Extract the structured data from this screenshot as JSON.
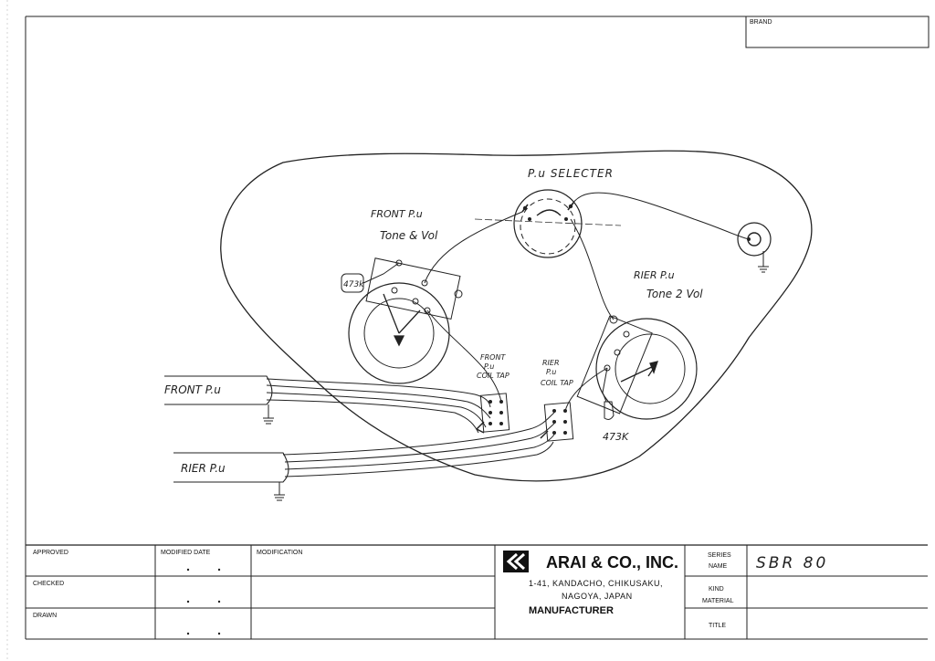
{
  "title_block": {
    "brand_label": "BRAND",
    "approved_label": "APPROVED",
    "checked_label": "CHECKED",
    "drawn_label": "DRAWN",
    "modified_date_label": "MODIFIED DATE",
    "modification_label": "MODIFICATION",
    "company_name": "ARAI & CO., INC.",
    "address_line1": "1-41, KANDACHO, CHIKUSAKU,",
    "address_line2": "NAGOYA, JAPAN",
    "manufacturer_label": "MANUFACTURER",
    "series_label_1": "SERIES",
    "series_label_2": "NAME",
    "series_value": "SBR 80",
    "kind_label_1": "KIND",
    "kind_label_2": "MATERIAL",
    "title_label": "TITLE"
  },
  "diagram": {
    "pu_selector": "P.u SELECTER",
    "front_pu_label": "FRONT P.u",
    "front_controls": "Tone & Vol",
    "front_cap": "473k",
    "rear_pu_label": "RIER P.u",
    "rear_controls": "Tone 2 Vol",
    "rear_cap": "473K",
    "front_coil_tap_1": "FRONT",
    "front_coil_tap_2": "P.u",
    "front_coil_tap_3": "COIL TAP",
    "rear_coil_tap_1": "RIER",
    "rear_coil_tap_2": "P.u",
    "rear_coil_tap_3": "COIL TAP",
    "front_pickup": "FRONT P.u",
    "rear_pickup": "RIER P.u"
  }
}
